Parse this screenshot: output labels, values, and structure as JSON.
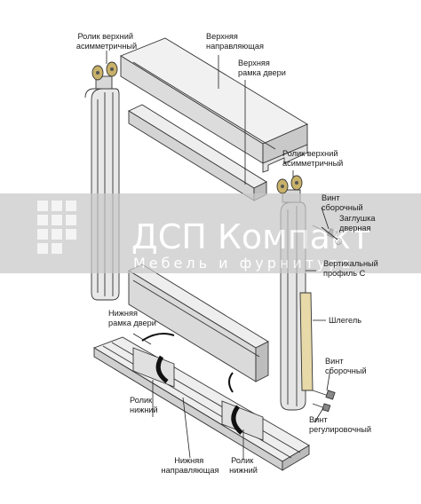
{
  "labels": {
    "roller_top_asym_left": [
      "Ролик верхний",
      "асимметричный"
    ],
    "top_guide": [
      "Верхняя",
      "направляющая"
    ],
    "top_door_frame": [
      "Верхняя",
      "рамка двери"
    ],
    "roller_top_asym_right": [
      "Ролик верхний",
      "асимметричный"
    ],
    "screw_assembly_top": [
      "Винт",
      "сборочный"
    ],
    "door_plug": [
      "Заглушка",
      "дверная"
    ],
    "vertical_profile": [
      "Вертикальный",
      "профиль С"
    ],
    "bottom_door_frame": [
      "Нижняя",
      "рамка двери"
    ],
    "brush_seal": [
      "Шлегель"
    ],
    "roller_bottom_left": [
      "Ролик",
      "нижний"
    ],
    "screw_assembly_bottom": [
      "Винт",
      "сборочный"
    ],
    "screw_adjusting": [
      "Винт",
      "регулировочный"
    ],
    "bottom_guide": [
      "Нижняя",
      "направляющая"
    ],
    "roller_bottom_right": [
      "Ролик",
      "нижний"
    ]
  },
  "watermark": {
    "title": "ДСП Компакт",
    "subtitle": "Мебель и фурнитура"
  },
  "colors": {
    "metal": "#e9e9e9",
    "metal_shade": "#cfcfcf",
    "roller": "#c8b26a",
    "seal": "#e7d9a8",
    "watermark_bg": "#c9c9c9"
  }
}
